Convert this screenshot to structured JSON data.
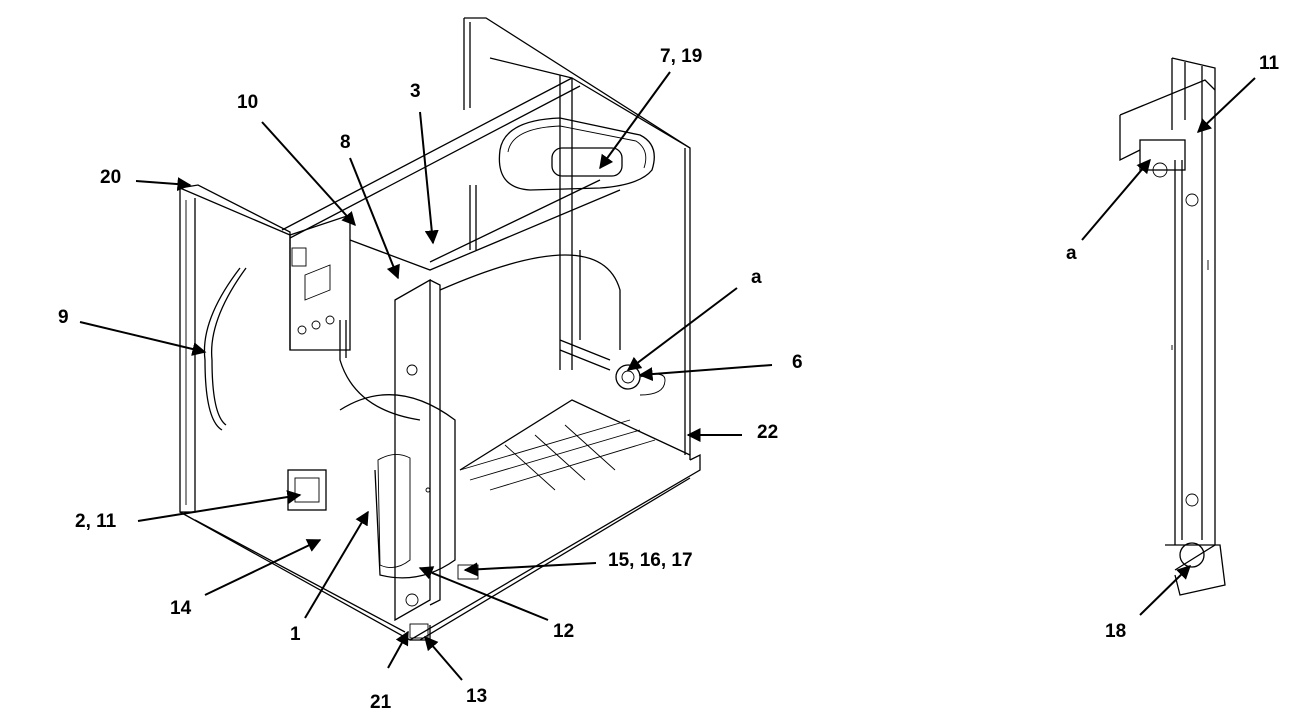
{
  "callouts": {
    "c1": "1",
    "c2_11": "2, 11",
    "c3": "3",
    "c6": "6",
    "c7_19": "7, 19",
    "c8": "8",
    "c9": "9",
    "c10": "10",
    "c12": "12",
    "c13": "13",
    "c14": "14",
    "c15_16_17": "15, 16, 17",
    "c20": "20",
    "c21": "21",
    "c22": "22",
    "ca_main": "a",
    "c11_side": "11",
    "ca_side": "a",
    "c18": "18"
  }
}
